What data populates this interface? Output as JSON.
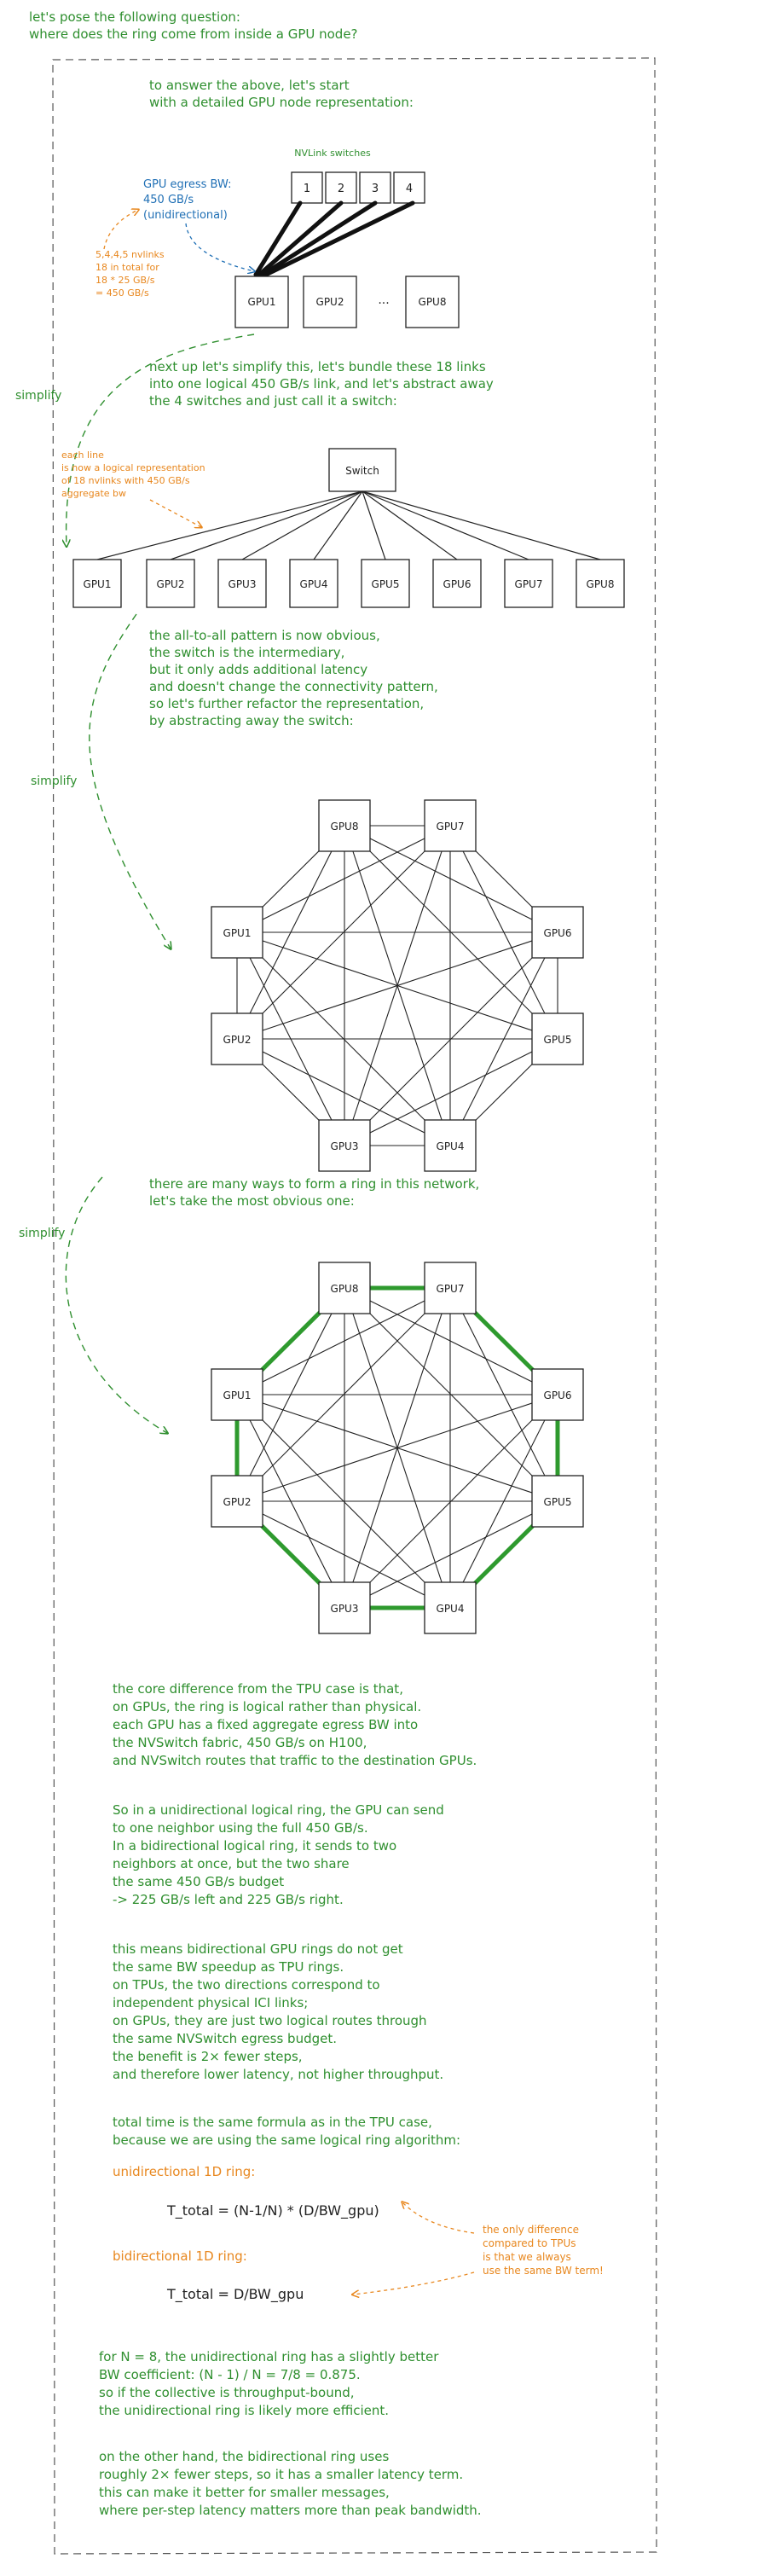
{
  "intro": {
    "line1": "let's pose the following question:",
    "line2": "where does the ring come from inside a GPU node?"
  },
  "section1": {
    "heading": [
      "to answer the above, let's start",
      "with a detailed GPU node representation:"
    ],
    "nvlink_label": "NVLink switches",
    "switches": [
      "1",
      "2",
      "3",
      "4"
    ],
    "egress_note": [
      "GPU egress BW:",
      "450 GB/s",
      "(unidirectional)"
    ],
    "nvlink_note": [
      "5,4,4,5 nvlinks",
      "18 in total for",
      "18 * 25 GB/s",
      "= 450 GB/s"
    ],
    "gpus": [
      "GPU1",
      "GPU2",
      "...",
      "GPU8"
    ]
  },
  "section2": {
    "simplify": "simplify",
    "heading": [
      "next up let's simplify this, let's bundle these 18 links",
      "into one logical 450 GB/s link, and let's abstract away",
      "the 4 switches and just call it a switch:"
    ],
    "switch_label": "Switch",
    "line_note": [
      "each line",
      "is now a logical representation",
      "of 18 nvlinks with 450 GB/s",
      "aggregate bw"
    ],
    "gpus": [
      "GPU1",
      "GPU2",
      "GPU3",
      "GPU4",
      "GPU5",
      "GPU6",
      "GPU7",
      "GPU8"
    ]
  },
  "section3": {
    "simplify": "simplify",
    "heading": [
      "the all-to-all pattern is now obvious,",
      "the switch is the intermediary,",
      "but it only adds additional latency",
      "and doesn't change the connectivity pattern,",
      "so let's further refactor the representation,",
      "by abstracting away the switch:"
    ],
    "gpus": [
      "GPU8",
      "GPU7",
      "GPU1",
      "GPU6",
      "GPU2",
      "GPU5",
      "GPU3",
      "GPU4"
    ]
  },
  "section4": {
    "simplify": "simplify",
    "heading": [
      "there are many ways to form a ring in this network,",
      "let's take the most obvious one:"
    ],
    "gpus": [
      "GPU8",
      "GPU7",
      "GPU1",
      "GPU6",
      "GPU2",
      "GPU5",
      "GPU3",
      "GPU4"
    ]
  },
  "section5": {
    "p1": [
      "the core difference from the TPU case is that,",
      "on GPUs, the ring is logical rather than physical.",
      "each GPU has a fixed aggregate egress BW into",
      "the NVSwitch fabric, 450 GB/s on H100,",
      "and NVSwitch routes that traffic to the destination GPUs."
    ],
    "p2": [
      "So in a unidirectional logical ring, the GPU can send",
      "to one neighbor using the full 450 GB/s.",
      "In a bidirectional logical ring, it sends to two",
      "neighbors at once, but the two share",
      "the same 450 GB/s budget",
      "-> 225 GB/s left and 225 GB/s right."
    ],
    "p3": [
      "this means bidirectional GPU rings do not get",
      "the same BW speedup as TPU rings.",
      "on TPUs, the two directions correspond to",
      "independent physical ICI links;",
      "on GPUs, they are just two logical routes through",
      "the same NVSwitch egress budget.",
      "the benefit is 2× fewer steps,",
      "and therefore lower latency, not higher throughput."
    ],
    "p4": [
      "total time is the same formula as in the TPU case,",
      "because we are using the same logical ring algorithm:"
    ],
    "uni_label": "unidirectional 1D ring:",
    "uni_formula": "T_total = (N-1/N) * (D/BW_gpu)",
    "bi_label": "bidirectional 1D ring:",
    "bi_formula": "T_total = D/BW_gpu",
    "diff_note": [
      "the only difference",
      "compared to TPUs",
      "is that we always",
      "use the same BW term!"
    ],
    "p5": [
      "for N = 8, the unidirectional ring has a slightly better",
      "BW coefficient: (N - 1) / N = 7/8 = 0.875.",
      "so if the collective is throughput-bound,",
      "the unidirectional ring is likely more efficient."
    ],
    "p6": [
      "on the other hand, the bidirectional ring uses",
      "roughly 2× fewer steps, so it has a smaller latency term.",
      "this can make it better for smaller messages,",
      "where per-step latency matters more than peak bandwidth."
    ]
  },
  "colors": {
    "green": "#2f8f2f",
    "blue": "#1f6fb5",
    "orange": "#e8871e",
    "ink": "#222222",
    "ring": "#2e9a2e"
  }
}
